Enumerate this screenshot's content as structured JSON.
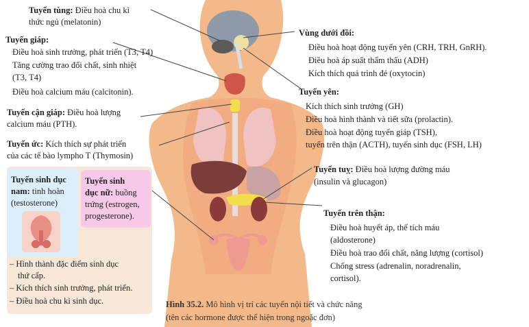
{
  "colors": {
    "skin": "#f4b98a",
    "skin_dark": "#e9a36f",
    "brain": "#8e9aa8",
    "thyroid": "#d1564a",
    "pituitary_glow": "#f6e9a0",
    "male_box": "#dbeefa",
    "female_box": "#f6c9e8",
    "left_panel": "#f7e7d9",
    "gland_yellow": "#f2dd4a"
  },
  "labels": {
    "pineal": {
      "title": "Tuyến tùng:",
      "text": "Điều hoà chu kì",
      "text2": "thức ngủ (melatonin)"
    },
    "thyroid": {
      "title": "Tuyến giáp:",
      "lines": [
        "Điều hoà sinh trưởng, phát triển (T3, T4)",
        "Tăng cường trao đổi chất, sinh nhiệt",
        "(T3, T4)",
        "Điều hoà calcium máu (calcitonin)."
      ]
    },
    "parathyroid": {
      "title": "Tuyến cận giáp:",
      "text": "Điều hoà lượng",
      "text2": "calcium máu (PTH)."
    },
    "thymus": {
      "title": "Tuyến ức:",
      "text": "Kích thích sự phát triển",
      "text2": "của các tế bào lympho T (Thymosin)"
    },
    "hypothalamus": {
      "title": "Vùng dưới đồi:",
      "lines": [
        "Điều hoà hoạt động tuyến yên (CRH, TRH, GnRH).",
        "Điều hoà áp suất thẩm thấu (ADH)",
        "Kích thích quá trình đẻ (oxytocin)"
      ]
    },
    "pituitary": {
      "title": "Tuyến yên:",
      "lines": [
        "Kích thích sinh trưởng (GH)",
        "Điều hoà hình thành và tiết sữa (prolactin).",
        "Điều hoà hoạt động tuyến giáp (TSH),",
        "tuyến trên thận (ACTH), tuyến sinh dục (FSH, LH)"
      ]
    },
    "pancreas": {
      "title": "Tuyến tuỵ:",
      "text": "Điều hoà lượng đường máu",
      "text2": "(insulin và glucagon)"
    },
    "adrenal": {
      "title": "Tuyến trên thận:",
      "lines": [
        "Điều hoà huyết áp, thể tích máu",
        "(aldosterone)",
        "Điều hoà trao đổi chất, năng lượng (cortisol)",
        "Chống stress (adrenalin, noradrenalin,",
        "cortisol)."
      ]
    },
    "male": {
      "title1": "Tuyến sinh dục",
      "title2": "nam:",
      "text1": "tinh hoàn",
      "text2": "(testosterone)"
    },
    "female": {
      "title1": "Tuyến sinh",
      "title2": "dục nữ:",
      "text1": "buồng",
      "text2": "trứng (estrogen,",
      "text3": "progesterone)."
    },
    "gonad_functions": [
      "– Hình thành đặc điểm sinh dục",
      "thứ cấp.",
      "– Kích thích sinh trưởng, phát triển.",
      "– Điều hoà chu kì sinh dục."
    ]
  },
  "caption": {
    "bold": "Hình 35.2.",
    "line1": "Mô hình vị trí các tuyến nội tiết và chức năng",
    "line2": "(tên các hormone được thể hiện trong ngoặc đơn)"
  }
}
